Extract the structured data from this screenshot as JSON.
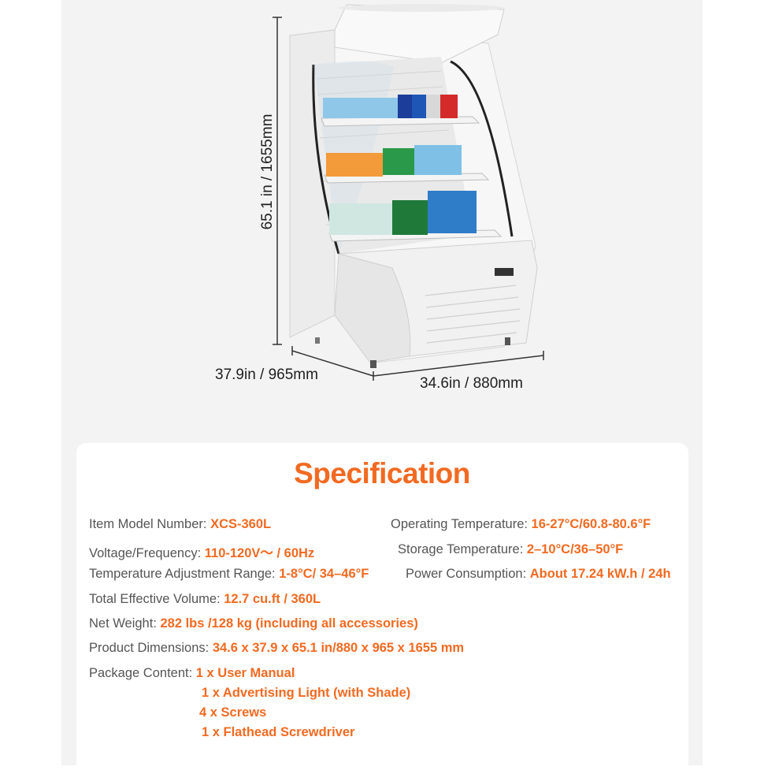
{
  "dimensions": {
    "height": "65.1 in / 1655mm",
    "depth": "37.9in / 965mm",
    "width": "34.6in / 880mm"
  },
  "spec": {
    "title": "Specification",
    "model": {
      "label": "Item Model Number: ",
      "value": "XCS-360L"
    },
    "voltage": {
      "label": "Voltage/Frequency: ",
      "value": "110-120V～ / 60Hz"
    },
    "temp_adjust": {
      "label": "Temperature Adjustment Range: ",
      "value": "1-8°C/ 34–46°F"
    },
    "volume": {
      "label": "Total Effective Volume: ",
      "value": "12.7 cu.ft / 360L"
    },
    "weight": {
      "label": "Net Weight:  ",
      "value": "282 lbs /128 kg (including all accessories)"
    },
    "product_dims": {
      "label": "Product Dimensions:  ",
      "value": "34.6 x 37.9 x 65.1 in/880 x 965 x 1655 mm"
    },
    "operating_temp": {
      "label": "Operating Temperature: ",
      "value": "16-27°C/60.8-80.6°F"
    },
    "storage_temp": {
      "label": "Storage Temperature: ",
      "value": "2–10°C/36–50°F"
    },
    "power": {
      "label": "Power Consumption: ",
      "value": "About 17.24 kW.h / 24h"
    },
    "package": {
      "label": "Package Content:  ",
      "items": [
        "1 x User Manual",
        "1 x Advertising Light (with Shade)",
        "4 x Screws",
        "1 x Flathead Screwdriver"
      ]
    }
  },
  "colors": {
    "accent": "#f26a21",
    "panel": "#f3f3f3"
  }
}
